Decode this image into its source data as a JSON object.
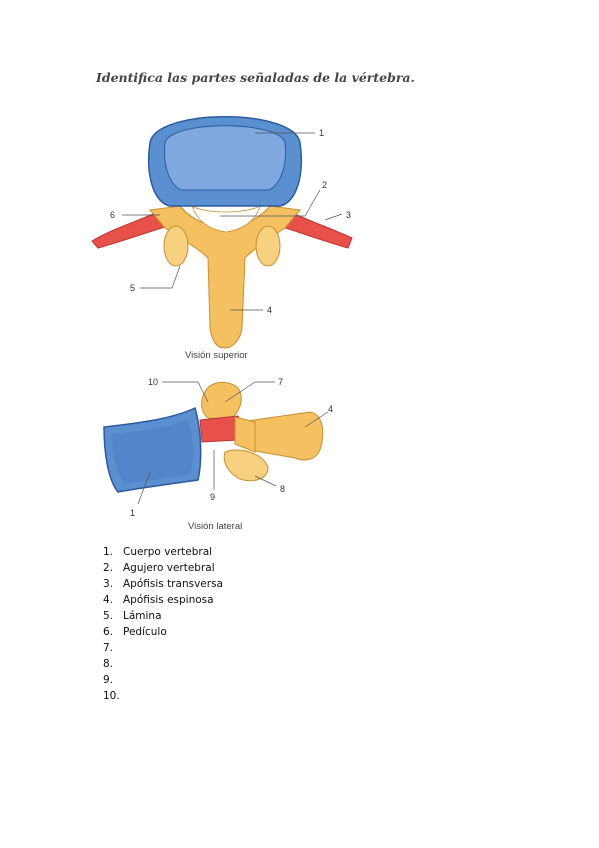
{
  "title": "Identifica las partes señaladas de la vértebra.",
  "figure_superior": {
    "caption": "Visión superior",
    "labels": [
      "1",
      "2",
      "3",
      "4",
      "5",
      "6"
    ]
  },
  "figure_lateral": {
    "caption": "Visión lateral",
    "labels": [
      "10",
      "7",
      "4",
      "9",
      "8",
      "1"
    ]
  },
  "list": [
    {
      "number": "1.",
      "text": "Cuerpo vertebral"
    },
    {
      "number": "2.",
      "text": "Agujero vertebral"
    },
    {
      "number": "3.",
      "text": "Apófisis transversa"
    },
    {
      "number": "4.",
      "text": "Apófisis espinosa"
    },
    {
      "number": "5.",
      "text": "Lámina"
    },
    {
      "number": "6.",
      "text": "Pedículo"
    },
    {
      "number": "7.",
      "text": ""
    },
    {
      "number": "8.",
      "text": ""
    },
    {
      "number": "9.",
      "text": ""
    },
    {
      "number": "10.",
      "text": ""
    }
  ],
  "colors": {
    "body_blue": "#5a8fd0",
    "body_dark": "#2c5aa0",
    "bone_yellow": "#f4c060",
    "process_red": "#e8504a"
  }
}
